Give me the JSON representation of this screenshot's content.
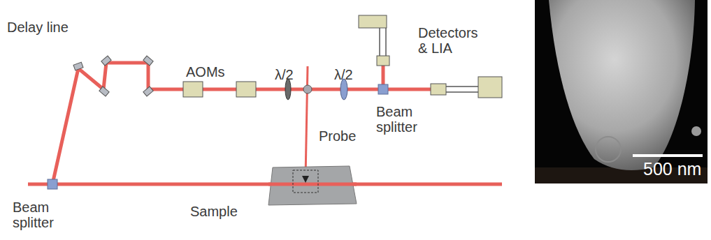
{
  "diagram": {
    "labels": [
      "Delay line",
      "AOMs",
      "λ/2",
      "λ/2",
      "Probe",
      "Beam splitter",
      "Sample",
      "Beam splitter",
      "Detectors & LIA",
      "500 nm"
    ]
  }
}
